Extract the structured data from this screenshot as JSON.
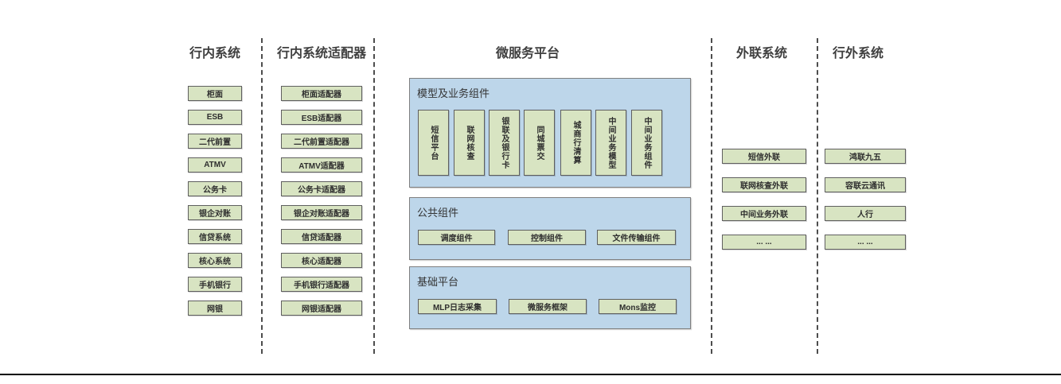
{
  "diagram": {
    "columns": [
      {
        "title": "行内系统",
        "items": [
          "柜面",
          "ESB",
          "二代前置",
          "ATMV",
          "公务卡",
          "银企对账",
          "信贷系统",
          "核心系统",
          "手机银行",
          "网银"
        ]
      },
      {
        "title": "行内系统适配器",
        "items": [
          "柜面适配器",
          "ESB适配器",
          "二代前置适配器",
          "ATMV适配器",
          "公务卡适配器",
          "银企对账适配器",
          "信贷适配器",
          "核心适配器",
          "手机银行适配器",
          "网银适配器"
        ]
      },
      {
        "title": "微服务平台",
        "containers": [
          {
            "label": "模型及业务组件",
            "items": [
              "短信平台",
              "联网核查",
              "银联及银行卡",
              "同城票交",
              "城商行清算",
              "中间业务模型",
              "中间业务组件"
            ]
          },
          {
            "label": "公共组件",
            "items": [
              "调度组件",
              "控制组件",
              "文件传输组件"
            ]
          },
          {
            "label": "基础平台",
            "items": [
              "MLP日志采集",
              "微服务框架",
              "Mons监控"
            ]
          }
        ]
      },
      {
        "title": "外联系统",
        "items": [
          "短信外联",
          "联网核查外联",
          "中间业务外联",
          "... ..."
        ]
      },
      {
        "title": "行外系统",
        "items": [
          "鸿联九五",
          "容联云通讯",
          "人行",
          "... ..."
        ]
      }
    ],
    "colors": {
      "box_fill": "#d8e4c2",
      "box_border": "#5f5f5f",
      "container_fill": "#bdd6ea",
      "container_border": "#7f7f7f",
      "divider": "#4d4d4d",
      "heading_text": "#3f3f3f",
      "bottom_rule": "#000000"
    }
  }
}
